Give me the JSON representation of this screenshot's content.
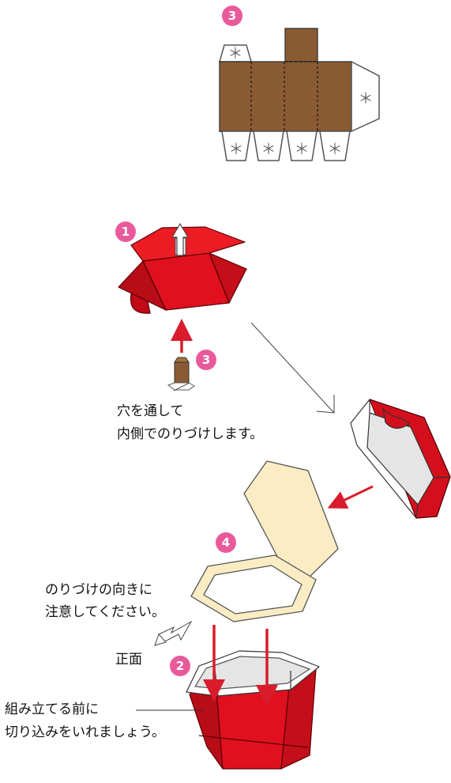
{
  "colors": {
    "badge": "#e95a9b",
    "red": "#e0101e",
    "red_dark": "#b80c16",
    "brown": "#8a5a32",
    "cream": "#fbecc4",
    "gray_fill": "#e3e3e3",
    "arrow": "#d91c2b"
  },
  "steps": {
    "step1": "1",
    "step2": "2",
    "step3_top": "3",
    "step3_mid": "3",
    "step4": "4"
  },
  "net": {
    "mark": "＊"
  },
  "labels": {
    "glue_inside_line1": "穴を通して",
    "glue_inside_line2": "内側でのりづけします。",
    "glue_direction_line1": "のりづけの向きに",
    "glue_direction_line2": "注意してください。",
    "front": "正面",
    "cut_before_line1": "組み立てる前に",
    "cut_before_line2": "切り込みをいれましょう。"
  }
}
